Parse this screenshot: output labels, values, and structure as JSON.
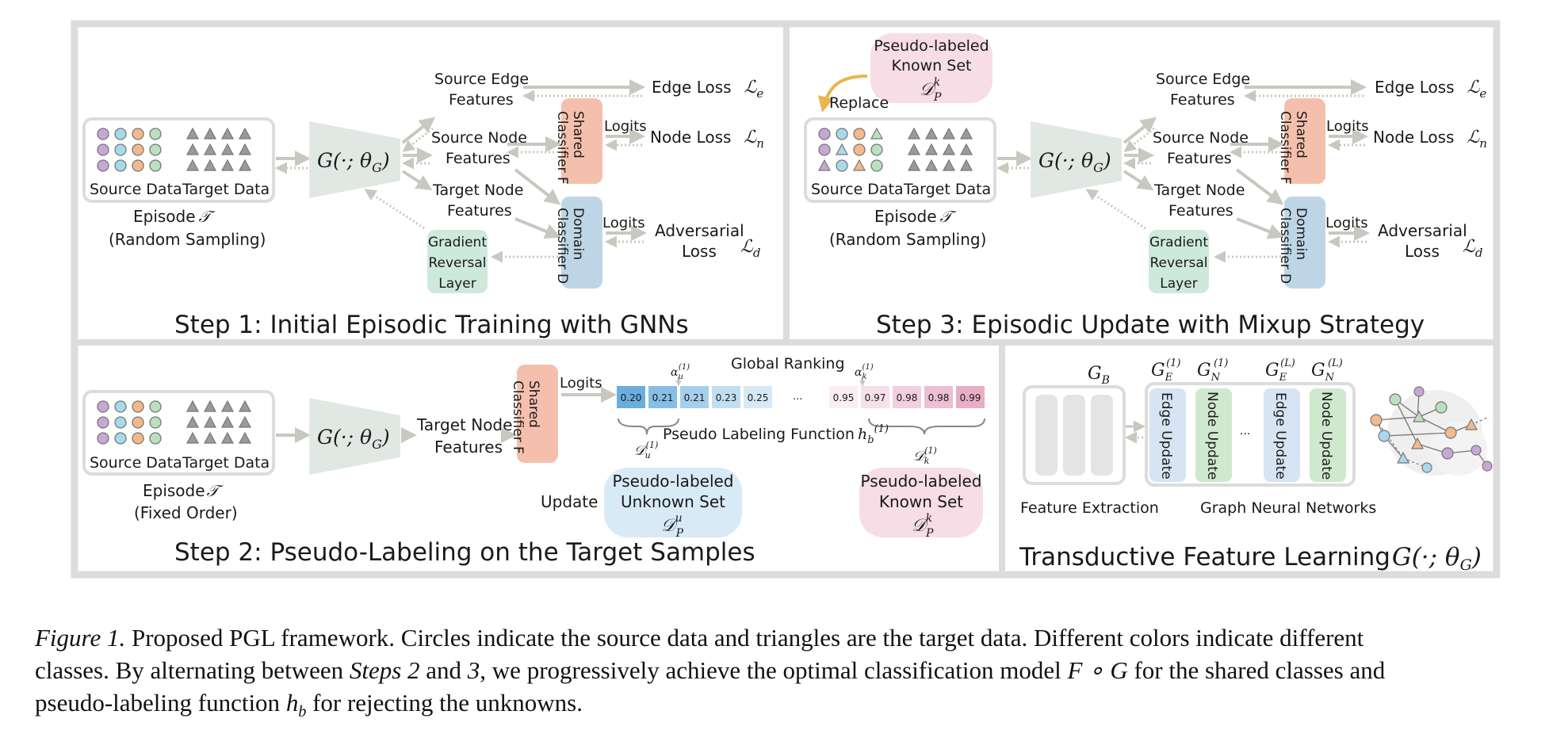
{
  "step1": {
    "title": "Step 1: Initial Episodic Training with GNNs",
    "source_data": "Source Data",
    "target_data": "Target Data",
    "episode": "Episode",
    "episode_sym": "𝒯",
    "sampling": "(Random Sampling)",
    "generator": "G(·; θ",
    "generator_sub": "G",
    "generator_close": ")",
    "src_edge_1": "Source Edge",
    "src_edge_2": "Features",
    "src_node_1": "Source Node",
    "src_node_2": "Features",
    "tgt_node_1": "Target Node",
    "tgt_node_2": "Features",
    "shared_classifier_1": "Shared",
    "shared_classifier_2": "Classifier F",
    "domain_classifier_1": "Domain",
    "domain_classifier_2": "Classifier D",
    "grl_1": "Gradient",
    "grl_2": "Reversal",
    "grl_3": "Layer",
    "logits": "Logits",
    "edge_loss": "Edge Loss",
    "node_loss": "Node Loss",
    "adv_loss_1": "Adversarial",
    "adv_loss_2": "Loss",
    "le": "ℒ",
    "le_sub": "e",
    "ln_sub": "n",
    "ld_sub": "d"
  },
  "step3": {
    "title": "Step 3: Episodic Update with Mixup Strategy",
    "pl_known_1": "Pseudo-labeled",
    "pl_known_2": "Known Set",
    "pl_known_sym": "𝒟",
    "pl_known_sup": "k",
    "pl_known_sub": "P",
    "replace": "Replace"
  },
  "step2": {
    "title": "Step 2: Pseudo-Labeling on the Target Samples",
    "episode_order": "(Fixed Order)",
    "global_ranking": "Global Ranking",
    "pl_function": "Pseudo Labeling Function",
    "hb": "h",
    "hb_sub": "b",
    "hb_sup": "(1)",
    "alpha": "α",
    "alpha_u_sub": "u",
    "alpha_k_sub": "k",
    "sup1": "(1)",
    "du": "𝒟",
    "update": "Update",
    "pl_unknown_1": "Pseudo-labeled",
    "pl_unknown_2": "Unknown Set",
    "pl_unknown_sup": "u",
    "pl_unknown_sub": "P",
    "ellipsis": "...",
    "scores_low": [
      "0.20",
      "0.21",
      "0.21",
      "0.23",
      "0.25"
    ],
    "scores_high": [
      "0.95",
      "0.97",
      "0.98",
      "0.98",
      "0.99"
    ],
    "low_colors": [
      "#6aaee0",
      "#86bee6",
      "#a6cfec",
      "#c2def1",
      "#d7e9f6"
    ],
    "high_colors": [
      "#faeef3",
      "#f6e0ea",
      "#f1cfdf",
      "#ecbfd3",
      "#e7aec6"
    ]
  },
  "transductive": {
    "title": "Transductive Feature Learning",
    "title_sym": "G(·; θ",
    "gb": "G",
    "gb_sub": "B",
    "ge": "G",
    "ge_sub": "E",
    "gn_sub": "N",
    "sup1": "(1)",
    "supL": "(L)",
    "edge_update": "Edge Update",
    "node_update": "Node Update",
    "ellipsis": "...",
    "feature_extraction": "Feature Extraction",
    "gnn": "Graph Neural Networks"
  },
  "caption": {
    "fig_label": "Figure 1.",
    "line1": " Proposed PGL framework. Circles indicate the source data and triangles are the target data. Different colors indicate different",
    "line2a": "classes. By alternating between ",
    "steps": "Steps 2",
    "and": " and ",
    "three": "3",
    "line2b": ", we progressively achieve the optimal classification model ",
    "fog": "F ∘ G",
    "line2c": " for the shared classes and",
    "line3a": "pseudo-labeling function ",
    "hb": "h",
    "hb_sub": "b",
    "line3b": " for rejecting the unknowns."
  },
  "colors": {
    "frame": "#dcdcdc",
    "pink": "#f7dde6",
    "salmon": "#f4c0ad",
    "blue": "#bed5e6",
    "green": "#cde9dc",
    "generator": "#e1e8e3",
    "arrow": "#c7c9c0",
    "orange": "#eab64a",
    "purple": "#c8a6d8",
    "cyan": "#a8d8ee",
    "peach": "#f2b98c",
    "mint": "#b9e0bf",
    "tri": "#9a9a9a"
  }
}
